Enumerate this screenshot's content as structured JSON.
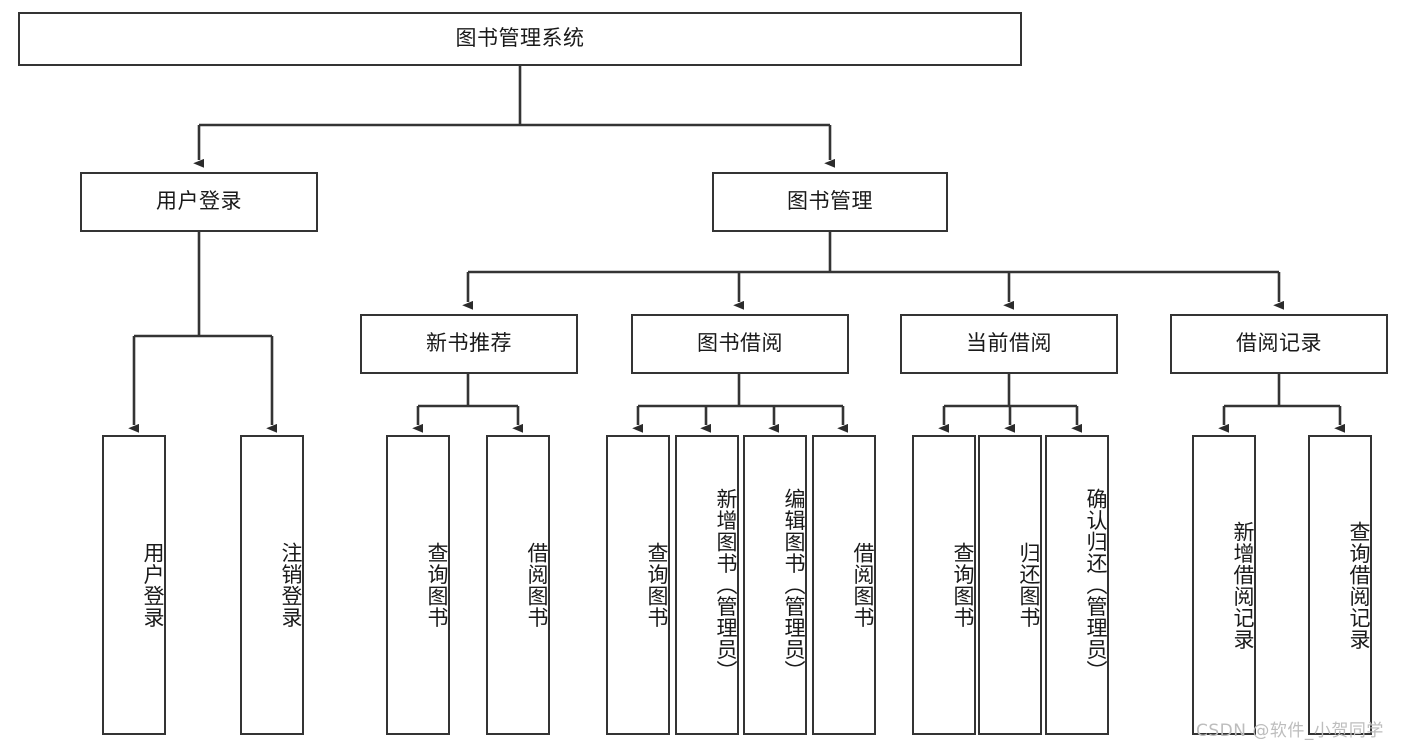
{
  "diagram": {
    "type": "tree-flowchart",
    "title_node": {
      "id": "root",
      "label": "图书管理系统"
    },
    "level1": [
      {
        "id": "login",
        "label": "用户登录"
      },
      {
        "id": "bookmgmt",
        "label": "图书管理"
      }
    ],
    "level2": [
      {
        "id": "newbook",
        "label": "新书推荐",
        "parent": "bookmgmt"
      },
      {
        "id": "borrow",
        "label": "图书借阅",
        "parent": "bookmgmt"
      },
      {
        "id": "current",
        "label": "当前借阅",
        "parent": "bookmgmt"
      },
      {
        "id": "record",
        "label": "借阅记录",
        "parent": "bookmgmt"
      }
    ],
    "leaves": {
      "login": [
        {
          "id": "leaf-user-login",
          "label": "用户登录"
        },
        {
          "id": "leaf-logout",
          "label": "注销登录"
        }
      ],
      "newbook": [
        {
          "id": "leaf-query-book-1",
          "label": "查询图书"
        },
        {
          "id": "leaf-borrow-book-1",
          "label": "借阅图书"
        }
      ],
      "borrow": [
        {
          "id": "leaf-query-book-2",
          "label": "查询图书"
        },
        {
          "id": "leaf-add-book",
          "label": "新增图书（管理员）"
        },
        {
          "id": "leaf-edit-book",
          "label": "编辑图书（管理员）"
        },
        {
          "id": "leaf-borrow-book-2",
          "label": "借阅图书"
        }
      ],
      "current": [
        {
          "id": "leaf-query-book-3",
          "label": "查询图书"
        },
        {
          "id": "leaf-return-book",
          "label": "归还图书"
        },
        {
          "id": "leaf-confirm-return",
          "label": "确认归还（管理员）"
        }
      ],
      "record": [
        {
          "id": "leaf-add-record",
          "label": "新增借阅记录"
        },
        {
          "id": "leaf-query-record",
          "label": "查询借阅记录"
        }
      ]
    },
    "watermark": "CSDN @软件_小贺同学",
    "colors": {
      "stroke": "#343434",
      "fill": "#ffffff",
      "text": "#1a1a1a",
      "watermark": "#bdbdbd"
    }
  }
}
